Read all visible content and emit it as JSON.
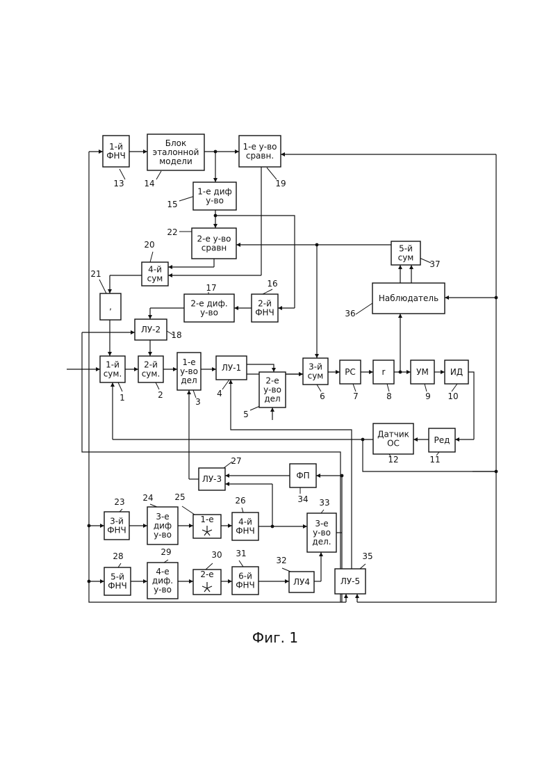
{
  "caption": "Фиг. 1",
  "blocks": [
    {
      "id": "b13",
      "lines": [
        "1-й",
        "ФНЧ"
      ],
      "num": "13"
    },
    {
      "id": "b14",
      "lines": [
        "Блок",
        "эталонной",
        "модели"
      ],
      "num": "14"
    },
    {
      "id": "b19",
      "lines": [
        "1-е у-во",
        "сравн."
      ],
      "num": "19"
    },
    {
      "id": "b15",
      "lines": [
        "1-е диф",
        "у-во"
      ],
      "num": "15"
    },
    {
      "id": "b22",
      "lines": [
        "2-е у-во",
        "сравн"
      ],
      "num": "22"
    },
    {
      "id": "b20",
      "lines": [
        "4-й",
        "сум"
      ],
      "num": "20"
    },
    {
      "id": "b21",
      "lines": [
        ","
      ],
      "num": "21"
    },
    {
      "id": "b17",
      "lines": [
        "2-е диф.",
        "у-во"
      ],
      "num": "17"
    },
    {
      "id": "b16",
      "lines": [
        "2-й",
        "ФНЧ"
      ],
      "num": "16"
    },
    {
      "id": "b18",
      "lines": [
        "ЛУ-2"
      ],
      "num": "18"
    },
    {
      "id": "b37",
      "lines": [
        "5-й",
        "сум"
      ],
      "num": "37"
    },
    {
      "id": "b36",
      "lines": [
        "Наблюдатель"
      ],
      "num": "36"
    },
    {
      "id": "b1",
      "lines": [
        "1-й",
        "сум."
      ],
      "num": "1"
    },
    {
      "id": "b2",
      "lines": [
        "2-й",
        "сум."
      ],
      "num": "2"
    },
    {
      "id": "b3",
      "lines": [
        "1-е",
        "у-во",
        "дел"
      ],
      "num": "3"
    },
    {
      "id": "b4",
      "lines": [
        "ЛУ-1"
      ],
      "num": "4"
    },
    {
      "id": "b5",
      "lines": [
        "2-е",
        "у-во",
        "дел"
      ],
      "num": "5"
    },
    {
      "id": "b6",
      "lines": [
        "3-й",
        "сум"
      ],
      "num": "6"
    },
    {
      "id": "b7",
      "lines": [
        "РС"
      ],
      "num": "7"
    },
    {
      "id": "b8",
      "lines": [
        "r"
      ],
      "num": "8"
    },
    {
      "id": "b9",
      "lines": [
        "УМ"
      ],
      "num": "9"
    },
    {
      "id": "b10",
      "lines": [
        "ИД"
      ],
      "num": "10"
    },
    {
      "id": "b12",
      "lines": [
        "Датчик",
        "ОС"
      ],
      "num": "12"
    },
    {
      "id": "b11",
      "lines": [
        "Ред"
      ],
      "num": "11"
    },
    {
      "id": "b27",
      "lines": [
        "ЛУ-3"
      ],
      "num": "27"
    },
    {
      "id": "b34",
      "lines": [
        "ФП"
      ],
      "num": "34"
    },
    {
      "id": "b23",
      "lines": [
        "3-й",
        "ФНЧ"
      ],
      "num": "23"
    },
    {
      "id": "b24",
      "lines": [
        "3-е",
        "диф",
        "у-во"
      ],
      "num": "24"
    },
    {
      "id": "b25",
      "lines": [
        "1-е"
      ],
      "num": "25"
    },
    {
      "id": "b26",
      "lines": [
        "4-й",
        "ФНЧ"
      ],
      "num": "26"
    },
    {
      "id": "b33",
      "lines": [
        "3-е",
        "у-во",
        "дел."
      ],
      "num": "33"
    },
    {
      "id": "b28",
      "lines": [
        "5-й",
        "ФНЧ"
      ],
      "num": "28"
    },
    {
      "id": "b29",
      "lines": [
        "4-е",
        "диф.",
        "у-во"
      ],
      "num": "29"
    },
    {
      "id": "b30",
      "lines": [
        "2-е"
      ],
      "num": "30"
    },
    {
      "id": "b31",
      "lines": [
        "6-й",
        "ФНЧ"
      ],
      "num": "31"
    },
    {
      "id": "b32",
      "lines": [
        "ЛУ4"
      ],
      "num": "32"
    },
    {
      "id": "b35",
      "lines": [
        "ЛУ-5"
      ],
      "num": "35"
    }
  ]
}
